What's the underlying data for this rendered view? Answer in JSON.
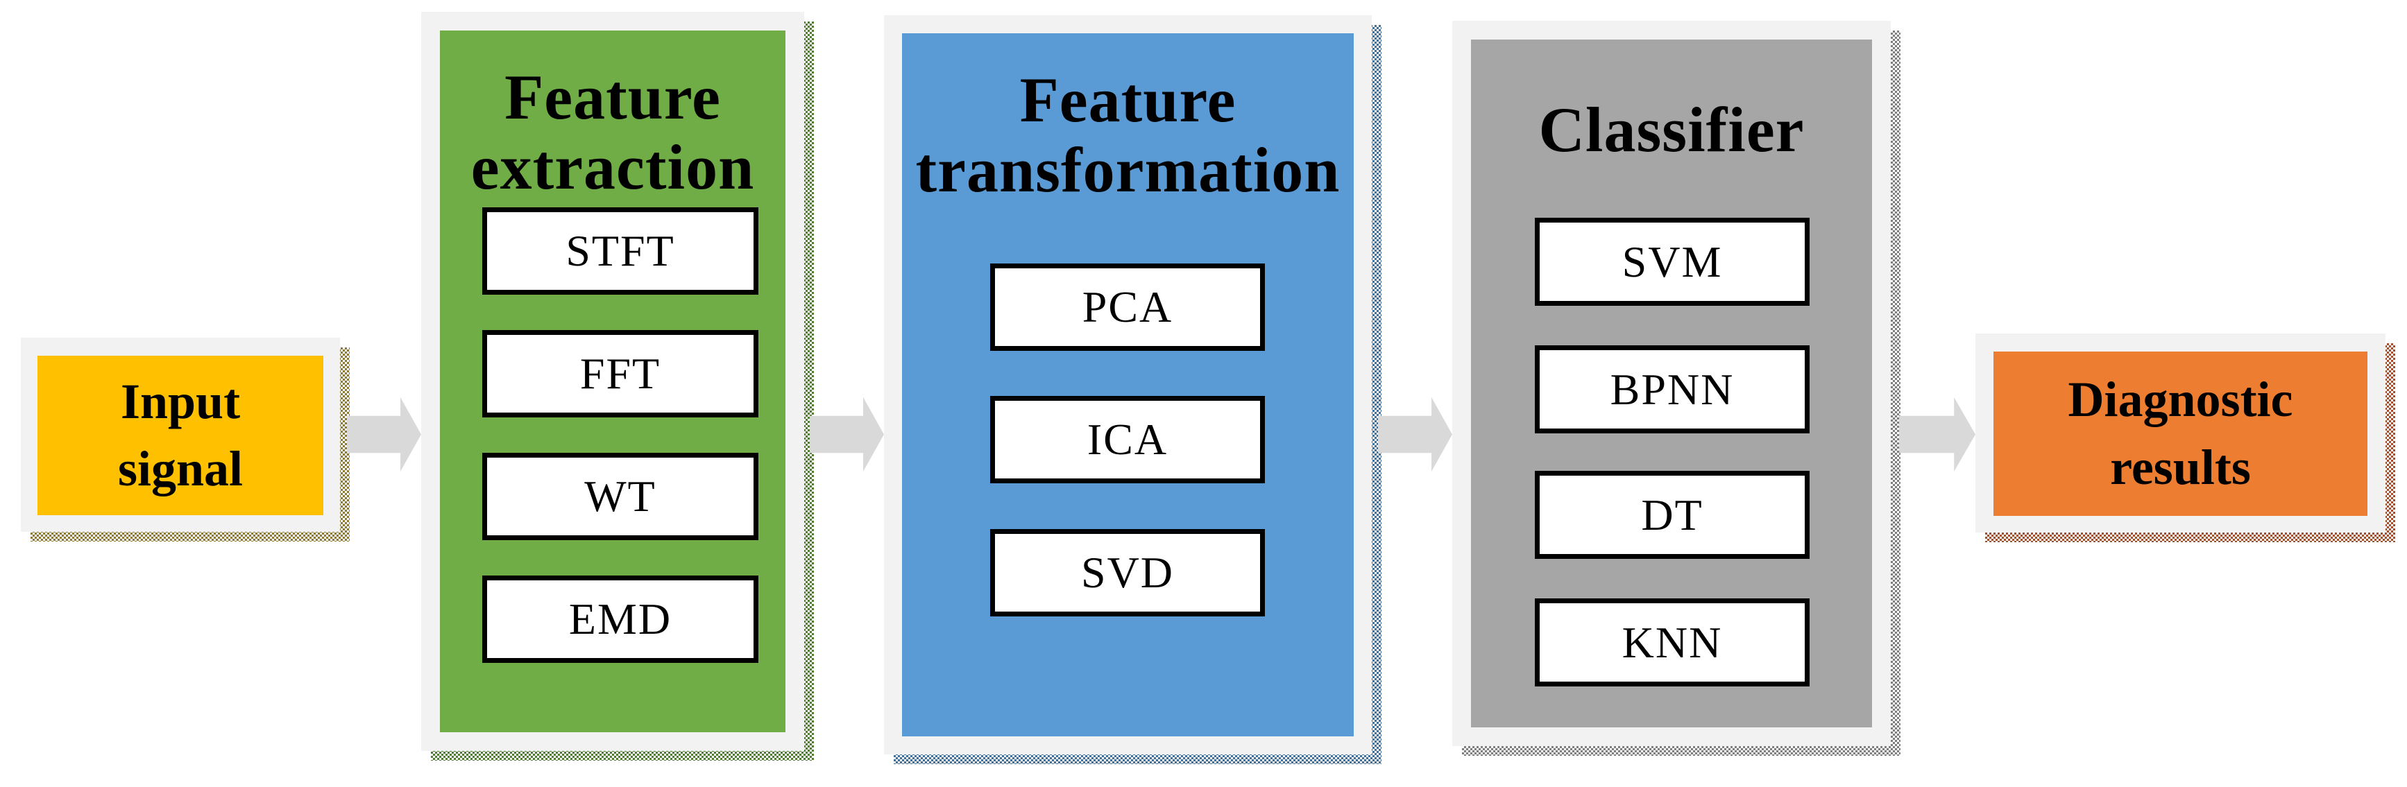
{
  "diagram": {
    "input": {
      "label": "Input signal"
    },
    "output": {
      "label": "Diagnostic results"
    },
    "stages": [
      {
        "title": "Feature extraction",
        "items": [
          "STFT",
          "FFT",
          "WT",
          "EMD"
        ]
      },
      {
        "title": "Feature transformation",
        "items": [
          "PCA",
          "ICA",
          "SVD"
        ]
      },
      {
        "title": "Classifier",
        "items": [
          "SVM",
          "BPNN",
          "DT",
          "KNN"
        ]
      }
    ],
    "colors": {
      "text": "#000000",
      "card_bg": "#F2F2F2",
      "arrow": "#D9D9D9",
      "box_border": "#000000",
      "input_fill": "#FFC000",
      "input_shadow": "#8F7A33",
      "stage1_fill": "#70AD47",
      "stage1_shadow": "#507E32",
      "stage2_fill": "#5B9BD5",
      "stage2_shadow": "#41719C",
      "stage3_fill": "#A6A6A6",
      "stage3_shadow": "#7F7F7F",
      "output_fill": "#ED7D31",
      "output_shadow": "#A1502A"
    }
  }
}
